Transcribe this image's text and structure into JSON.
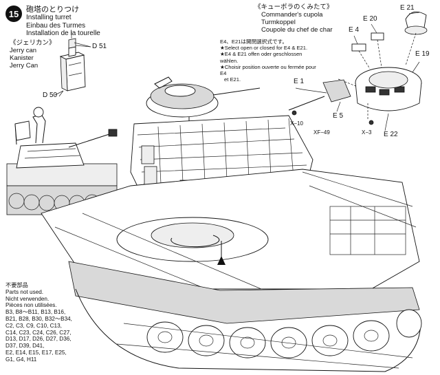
{
  "step": {
    "number": "15",
    "title_jp": "砲塔のとりつけ",
    "title_en": "Installing turret",
    "title_de": "Einbau des Turmes",
    "title_fr": "Installation de la tourelle"
  },
  "jerry_can": {
    "heading_jp": "《ジェリカン》",
    "label_en": "Jerry can",
    "label_de": "Kanister",
    "label_fr": "Jerry Can",
    "part_d51": "D 51",
    "part_d50": "D 50"
  },
  "cupola": {
    "heading_jp": "《キューポラのくみたて》",
    "label_en": "Commander's cupola",
    "label_de": "Turmkoppel",
    "label_fr": "Coupole du chef de char",
    "parts": {
      "e21": "E 21",
      "e20": "E 20",
      "e4": "E 4",
      "e19": "E 19",
      "e1": "E 1",
      "e5": "E 5",
      "x10": "X−10",
      "xf49": "XF−49",
      "x3": "X−3",
      "e22": "E 22"
    },
    "notes": [
      "E4、E21は開閉選択式です。",
      "★Select open or closed for E4 & E21.",
      "★E4 & E21 offen oder geschlossen wählen.",
      "★Choisir position ouverte ou fermée pour E4",
      "et E21."
    ]
  },
  "unused_parts": {
    "heading_jp": "不要部品",
    "heading_en": "Parts not used.",
    "heading_de": "Nicht verwenden.",
    "heading_fr": "Pièces non utilisées.",
    "lines": [
      "B3, B8〜B11, B13, B16,",
      "B21, B28, B30, B32〜B34,",
      "C2, C3, C9, C10, C13,",
      "C14, C23, C24, C26, C27,",
      "D13, D17, D26, D27, D36,",
      "D37, D39, D41,",
      "E2, E14, E15, E17, E25,",
      "G1, G4, H11"
    ]
  }
}
